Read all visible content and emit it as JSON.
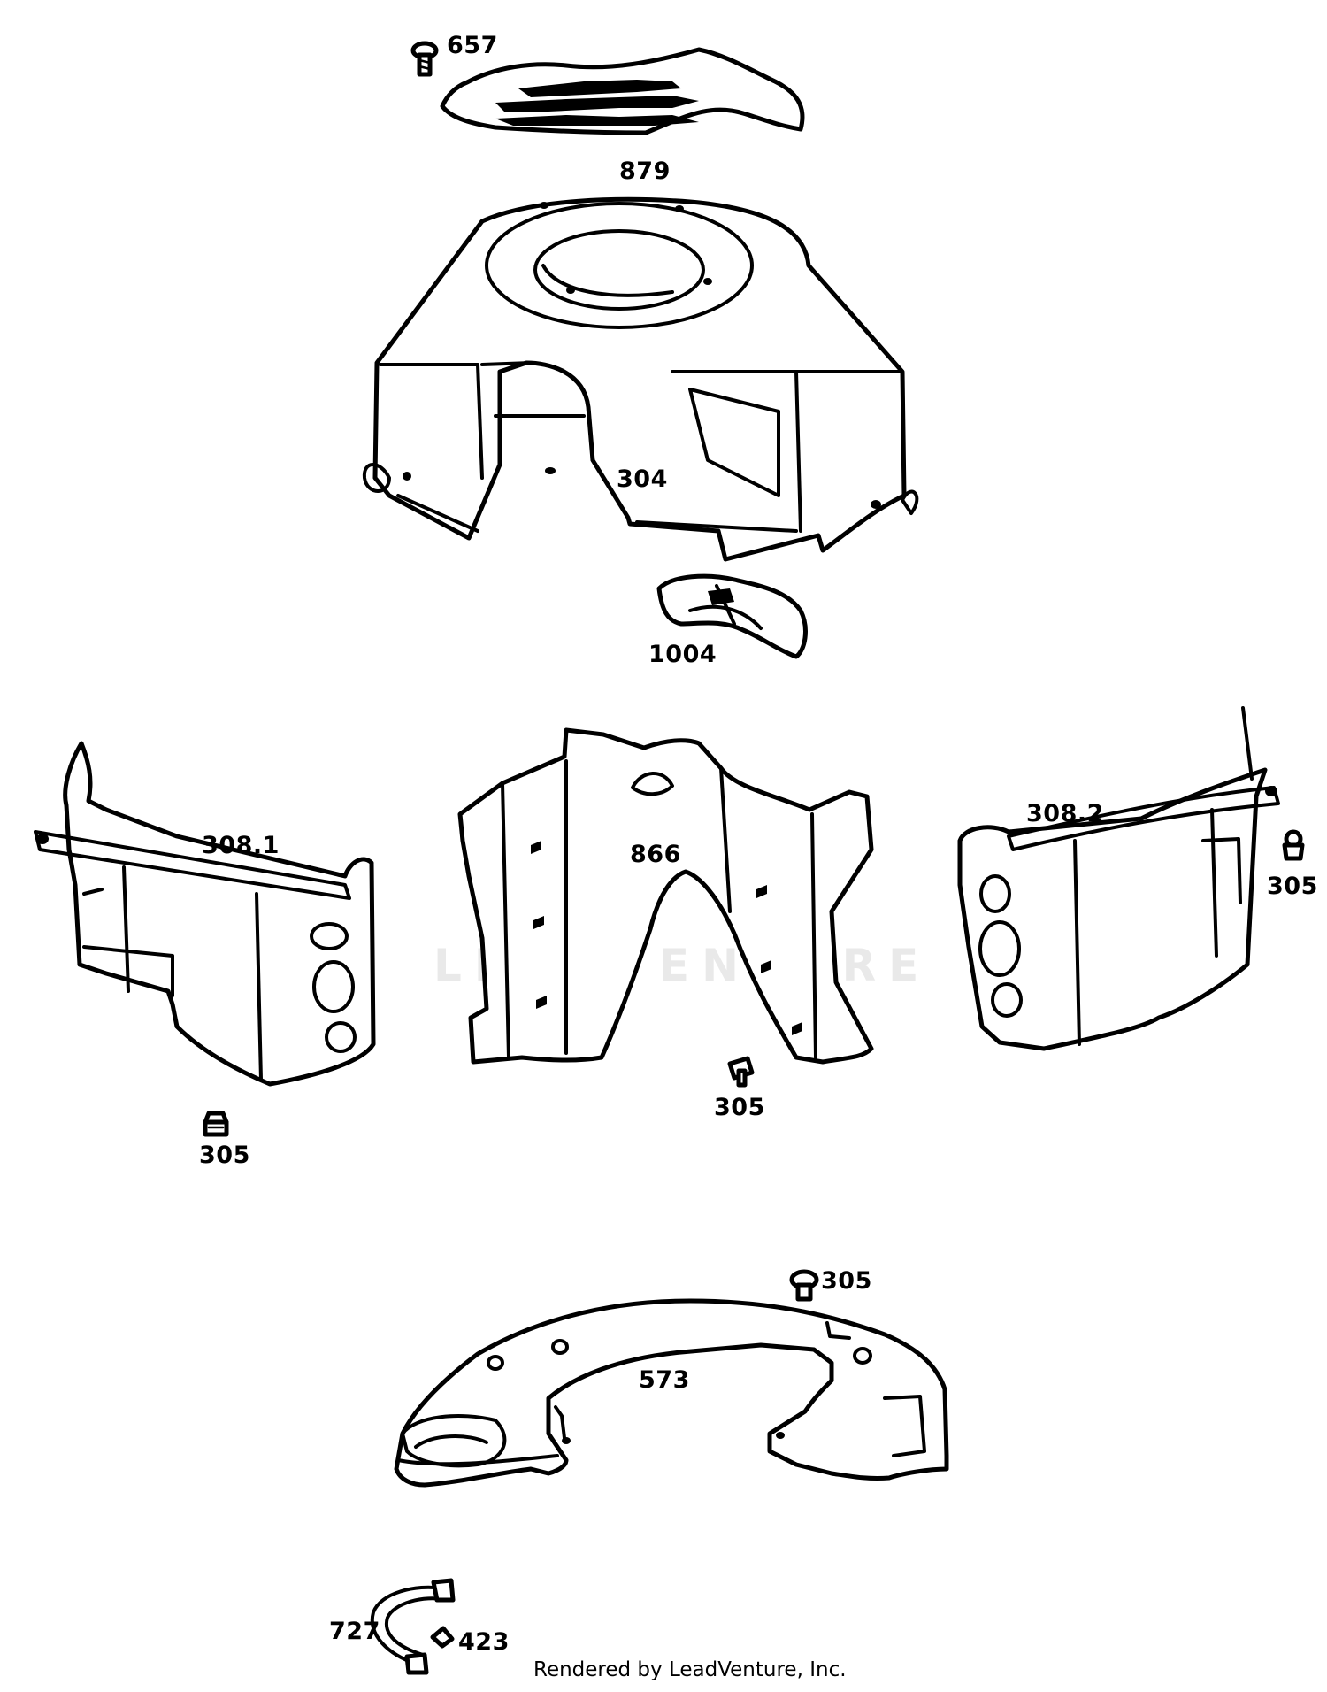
{
  "diagram": {
    "watermark": "LEADVENTURE",
    "footer": "Rendered by LeadVenture, Inc.",
    "callouts": {
      "screw_top": "657",
      "decal": "879",
      "blower_housing": "304",
      "air_guide": "1004",
      "side_left": "308.1",
      "center_baffle": "866",
      "side_right": "308.2",
      "screw_right": "305",
      "screw_center": "305",
      "screw_left": "305",
      "screw_base": "305",
      "base_baffle": "573",
      "clip": "727",
      "nut": "423"
    }
  }
}
